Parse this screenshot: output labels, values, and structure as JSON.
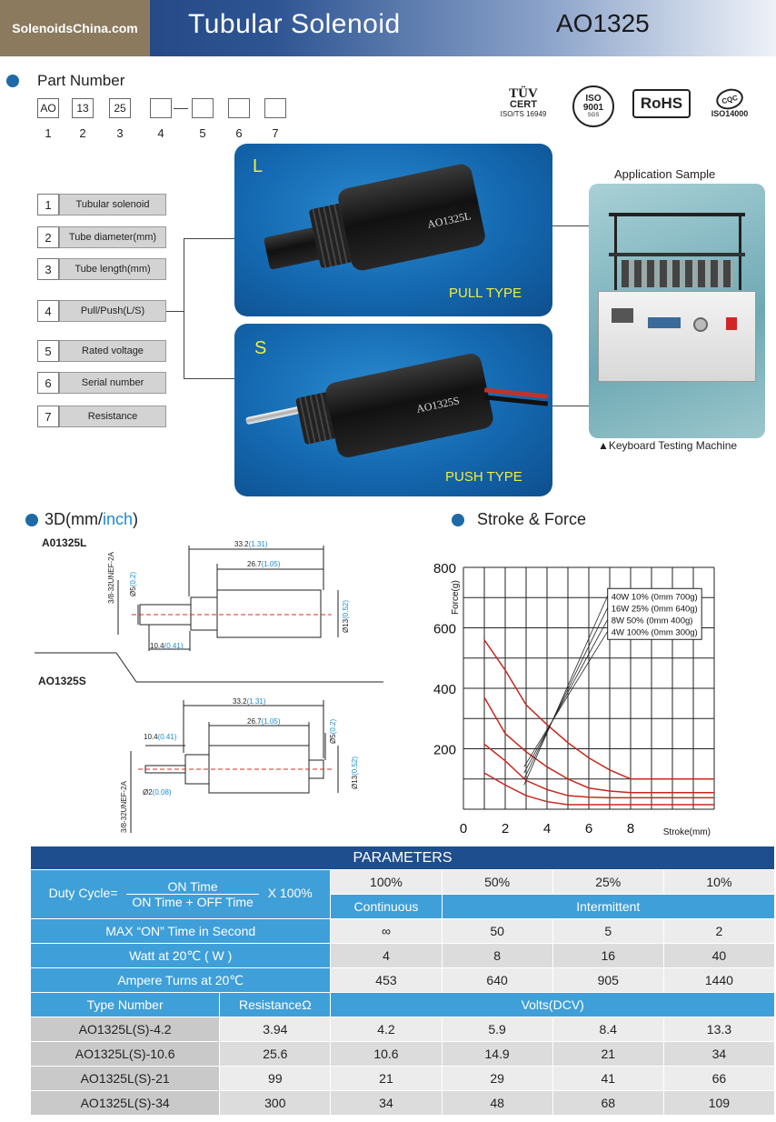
{
  "header": {
    "brand": "SolenoidsChina.com",
    "title": "Tubular Solenoid",
    "model": "AO1325"
  },
  "part_number": {
    "title": "Part Number",
    "boxes": [
      "AO",
      "13",
      "25",
      "",
      "",
      "",
      ""
    ],
    "numbers": [
      "1",
      "2",
      "3",
      "4",
      "5",
      "6",
      "7"
    ]
  },
  "certs": {
    "tuv": "TÜV",
    "cert": "CERT",
    "iso_ts": "ISO/TS 16949",
    "iso9001_a": "ISO",
    "iso9001_b": "9001",
    "sgs": "SGS",
    "rohs": "RoHS",
    "cqc": "CQC",
    "iso14000": "ISO14000"
  },
  "legend": [
    {
      "n": "1",
      "label": "Tubular solenoid"
    },
    {
      "n": "2",
      "label": "Tube diameter(mm)"
    },
    {
      "n": "3",
      "label": "Tube length(mm)"
    },
    {
      "n": "4",
      "label": "Pull/Push(L/S)"
    },
    {
      "n": "5",
      "label": "Rated voltage"
    },
    {
      "n": "6",
      "label": "Serial number"
    },
    {
      "n": "7",
      "label": "Resistance"
    }
  ],
  "products": {
    "pull": {
      "letter": "L",
      "label": "AO1325L",
      "type": "PULL TYPE"
    },
    "push": {
      "letter": "S",
      "label": "AO1325S",
      "type": "PUSH TYPE"
    }
  },
  "application": {
    "title": "Application Sample",
    "caption": "▲Keyboard Testing Machine"
  },
  "drawings": {
    "title_main": "3D(mm/",
    "title_inch": "inch",
    "title_close": ")",
    "l_label": "A01325L",
    "s_label": "AO1325S",
    "l_thread": "3/8-32UNEF-2A",
    "l_len1": "33.2",
    "l_len1_in": "(1.31)",
    "l_len2": "26.7",
    "l_len2_in": "(1.05)",
    "l_pin": "Ø5",
    "l_pin_in": "(0.2)",
    "l_dia": "Ø13",
    "l_dia_in": "(0.52)",
    "l_shaft": "10.4",
    "l_shaft_in": "(0.41)",
    "s_len1": "33.2",
    "s_len1_in": "(1.31)",
    "s_len2": "26.7",
    "s_len2_in": "(1.05)",
    "s_shaft": "10.4",
    "s_shaft_in": "(0.41)",
    "s_pin": "Ø5",
    "s_pin_in": "(0.2)",
    "s_dia": "Ø13",
    "s_dia_in": "(0.52)",
    "s_rod": "Ø2",
    "s_rod_in": "(0.08)",
    "s_thread": "3/8-32UNEF-2A"
  },
  "stroke_force": {
    "title": "Stroke & Force"
  },
  "chart_data": {
    "type": "line",
    "title": "Stroke & Force",
    "xlabel": "Stroke(mm)",
    "ylabel": "Force(g)",
    "xlim": [
      0,
      12
    ],
    "ylim": [
      0,
      800
    ],
    "xticks": [
      0,
      2,
      4,
      6,
      8
    ],
    "yticks": [
      200,
      400,
      600,
      800
    ],
    "grid": true,
    "legend_position": "top-right",
    "series": [
      {
        "name": "40W 10% (0mm 700g)",
        "x": [
          1,
          2,
          3,
          4,
          5,
          6,
          7,
          8,
          12
        ],
        "y": [
          560,
          460,
          345,
          280,
          220,
          170,
          130,
          100,
          100
        ]
      },
      {
        "name": "16W 25% (0mm 640g)",
        "x": [
          1,
          2,
          3,
          4,
          5,
          6,
          7,
          8,
          12
        ],
        "y": [
          370,
          250,
          190,
          140,
          100,
          70,
          60,
          55,
          55
        ]
      },
      {
        "name": "8W 50% (0mm 400g)",
        "x": [
          1,
          2,
          3,
          4,
          5,
          6,
          7,
          8,
          12
        ],
        "y": [
          215,
          160,
          95,
          65,
          45,
          40,
          38,
          38,
          38
        ]
      },
      {
        "name": "4W 100% (0mm 300g)",
        "x": [
          1,
          2,
          3,
          4,
          5,
          6,
          7,
          8,
          12
        ],
        "y": [
          120,
          80,
          45,
          25,
          15,
          15,
          15,
          15,
          15
        ]
      }
    ]
  },
  "params": {
    "title": "PARAMETERS",
    "duty_label": "Duty Cycle=",
    "duty_num": "ON Time",
    "duty_den": "ON Time + OFF Time",
    "duty_mult": "X 100%",
    "duty_values": [
      "100%",
      "50%",
      "25%",
      "10%"
    ],
    "continuous": "Continuous",
    "intermittent": "Intermittent",
    "rows": [
      {
        "label": "MAX “ON” Time in Second",
        "values": [
          "∞",
          "50",
          "5",
          "2"
        ]
      },
      {
        "label": "Watt at 20℃ ( W )",
        "values": [
          "4",
          "8",
          "16",
          "40"
        ]
      },
      {
        "label": "Ampere Turns at 20℃",
        "values": [
          "453",
          "640",
          "905",
          "1440"
        ]
      }
    ],
    "type_header": "Type Number",
    "res_header": "ResistanceΩ",
    "volts_header": "Volts(DCV)",
    "types": [
      {
        "name": "AO1325L(S)-4.2",
        "res": "3.94",
        "v": [
          "4.2",
          "5.9",
          "8.4",
          "13.3"
        ]
      },
      {
        "name": "AO1325L(S)-10.6",
        "res": "25.6",
        "v": [
          "10.6",
          "14.9",
          "21",
          "34"
        ]
      },
      {
        "name": "AO1325L(S)-21",
        "res": "99",
        "v": [
          "21",
          "29",
          "41",
          "66"
        ]
      },
      {
        "name": "AO1325L(S)-34",
        "res": "300",
        "v": [
          "34",
          "48",
          "68",
          "109"
        ]
      }
    ]
  }
}
